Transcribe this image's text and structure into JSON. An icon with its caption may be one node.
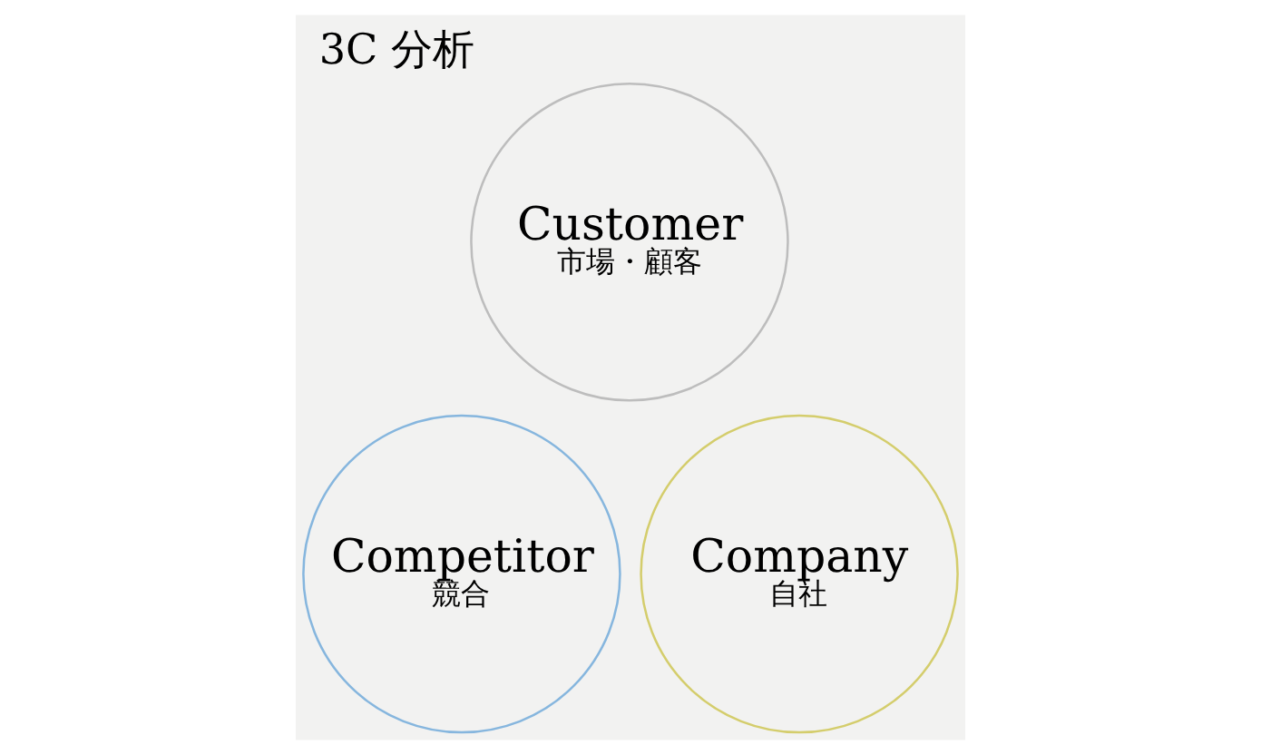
{
  "diagram": {
    "title": "3C 分析",
    "nodes": [
      {
        "text": [
          "Customer",
          "市場・顧客"
        ]
      },
      {
        "text": [
          "Competitor",
          "競合"
        ]
      },
      {
        "text": [
          "Company",
          "自社"
        ]
      }
    ]
  }
}
